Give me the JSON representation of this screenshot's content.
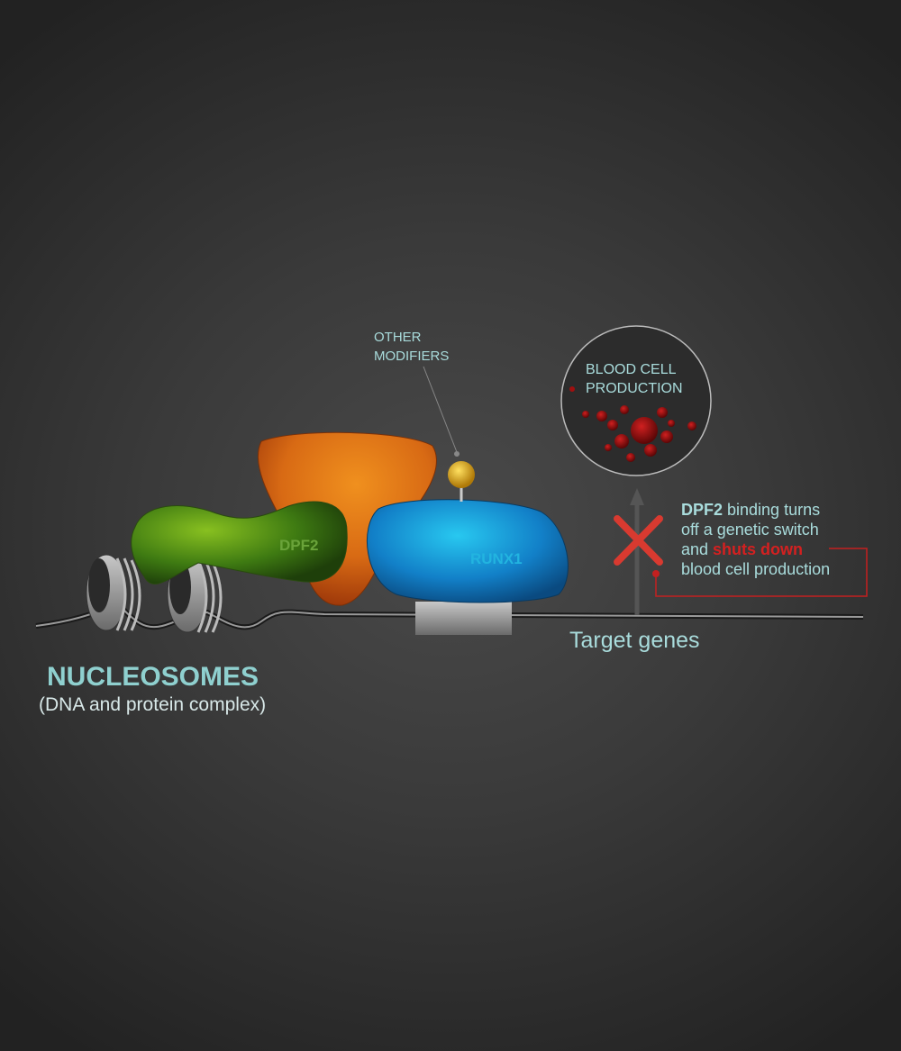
{
  "labels": {
    "other_modifiers": [
      "OTHER",
      "MODIFIERS"
    ],
    "blood_cell_production": [
      "BLOOD CELL",
      "PRODUCTION"
    ],
    "dpf2": "DPF2",
    "runx1": "RUNX1",
    "target_genes": "Target genes",
    "nucleosomes_title": "NUCLEOSOMES",
    "nucleosomes_subtitle": "(DNA and protein complex)"
  },
  "annotation": {
    "bold_lead": "DPF2",
    "line1_rest": " binding turns",
    "line2": "off a genetic switch",
    "line3_start": "and ",
    "line3_red": "shuts down",
    "line4": "blood cell production"
  },
  "colors": {
    "text_teal": "#a9dcdc",
    "title_teal": "#8fd0cf",
    "dpf2_green": "#4e8a1c",
    "runx1_blue": "#1a9bd7",
    "orange": "#e07818",
    "modifier_yellow": "#e6b422",
    "alert_red": "#d42020"
  }
}
